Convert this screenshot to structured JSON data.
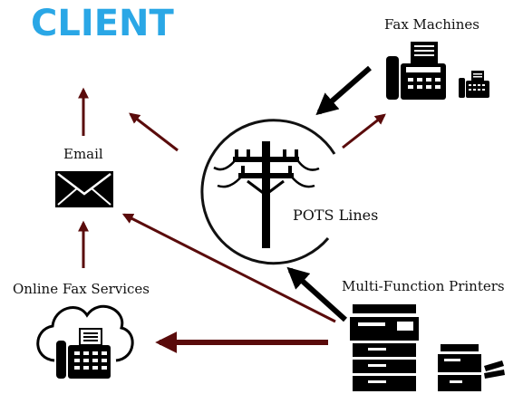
{
  "title": "CLIENT",
  "nodes": {
    "email": "Email",
    "fax_machines": "Fax Machines",
    "pots_lines": "POTS Lines",
    "online_fax_services": "Online Fax Services",
    "multi_function_printers": "Multi-Function Printers"
  },
  "colors": {
    "title": "#2aa7e6",
    "arrow": "#5a0b0b",
    "icon": "#000000"
  },
  "icons": [
    "envelope-icon",
    "fax-machine-icon",
    "telephone-pole-icon",
    "cloud-fax-icon",
    "multifunction-printer-icon"
  ],
  "connections": [
    {
      "from": "email",
      "to": "client"
    },
    {
      "from": "pots_lines",
      "to": "client"
    },
    {
      "from": "fax_machines",
      "to": "pots_lines"
    },
    {
      "from": "pots_lines",
      "to": "fax_machines"
    },
    {
      "from": "online_fax_services",
      "to": "email"
    },
    {
      "from": "multi_function_printers",
      "to": "email"
    },
    {
      "from": "multi_function_printers",
      "to": "pots_lines"
    },
    {
      "from": "multi_function_printers",
      "to": "online_fax_services"
    }
  ]
}
